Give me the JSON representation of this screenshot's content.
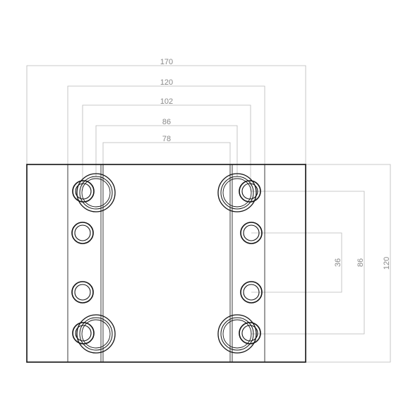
{
  "colors": {
    "outline": "#111111",
    "dimension": "#b8b8b8",
    "dimension_text": "#888888",
    "background": "#ffffff"
  },
  "dimensions": {
    "overall_width": "170",
    "outer_hole_spacing": "120",
    "inner_bore_spacing": "102",
    "rail_outer_width": "86",
    "rail_inner_width": "78",
    "small_hole_pitch": "36",
    "bore_pitch": "86",
    "overall_height": "120"
  }
}
